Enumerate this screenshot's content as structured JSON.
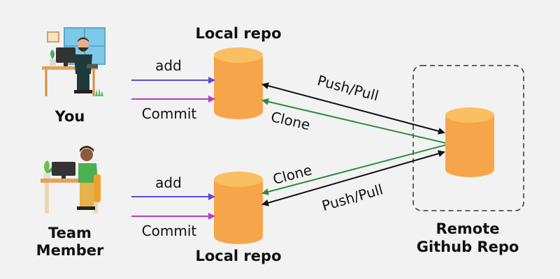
{
  "users": {
    "you": "You",
    "team_line1": "Team",
    "team_line2": "Member"
  },
  "repos": {
    "local_top": "Local repo",
    "local_bottom": "Local repo",
    "remote_line1": "Remote",
    "remote_line2": "Github Repo"
  },
  "arrows": {
    "add_top": "add",
    "commit_top": "Commit",
    "add_bottom": "add",
    "commit_bottom": "Commit",
    "push_pull_top": "Push/Pull",
    "clone_top": "Clone",
    "clone_bottom": "Clone",
    "push_pull_bottom": "Push/Pull"
  },
  "colors": {
    "background": "#f2f2f2",
    "cylinder": "#f7a54a",
    "cylinder_top": "#fbbf63",
    "add_arrow": "#5b4bd6",
    "commit_arrow": "#b43cc7",
    "push_pull_arrow": "#111111",
    "clone_arrow": "#2e8b3c"
  }
}
